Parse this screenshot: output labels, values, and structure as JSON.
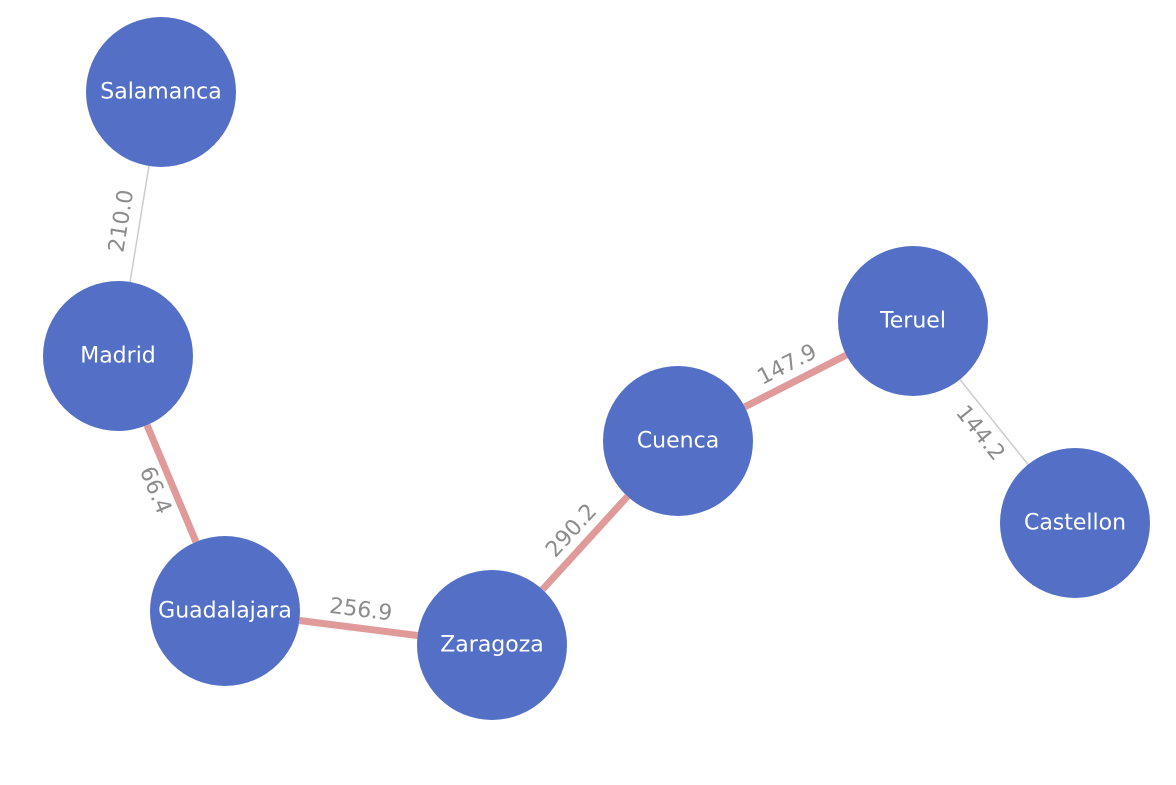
{
  "graph": {
    "node_color": "#5470c6",
    "node_label_color": "#ffffff",
    "edge_label_color": "#8c8c8c",
    "highlight_edge_color": "#e09a9a",
    "normal_edge_color": "#cccccc",
    "nodes": [
      {
        "id": "salamanca",
        "label": "Salamanca"
      },
      {
        "id": "madrid",
        "label": "Madrid"
      },
      {
        "id": "guadalajara",
        "label": "Guadalajara"
      },
      {
        "id": "zaragoza",
        "label": "Zaragoza"
      },
      {
        "id": "cuenca",
        "label": "Cuenca"
      },
      {
        "id": "teruel",
        "label": "Teruel"
      },
      {
        "id": "castellon",
        "label": "Castellon"
      }
    ],
    "edges": [
      {
        "id": "salamanca-madrid",
        "source": "salamanca",
        "target": "madrid",
        "label": "210.0",
        "highlighted": false
      },
      {
        "id": "madrid-guadalajara",
        "source": "madrid",
        "target": "guadalajara",
        "label": "66.4",
        "highlighted": true
      },
      {
        "id": "guadalajara-zaragoza",
        "source": "guadalajara",
        "target": "zaragoza",
        "label": "256.9",
        "highlighted": true
      },
      {
        "id": "zaragoza-cuenca",
        "source": "zaragoza",
        "target": "cuenca",
        "label": "290.2",
        "highlighted": true
      },
      {
        "id": "cuenca-teruel",
        "source": "cuenca",
        "target": "teruel",
        "label": "147.9",
        "highlighted": true
      },
      {
        "id": "teruel-castellon",
        "source": "teruel",
        "target": "castellon",
        "label": "144.2",
        "highlighted": false
      }
    ]
  }
}
